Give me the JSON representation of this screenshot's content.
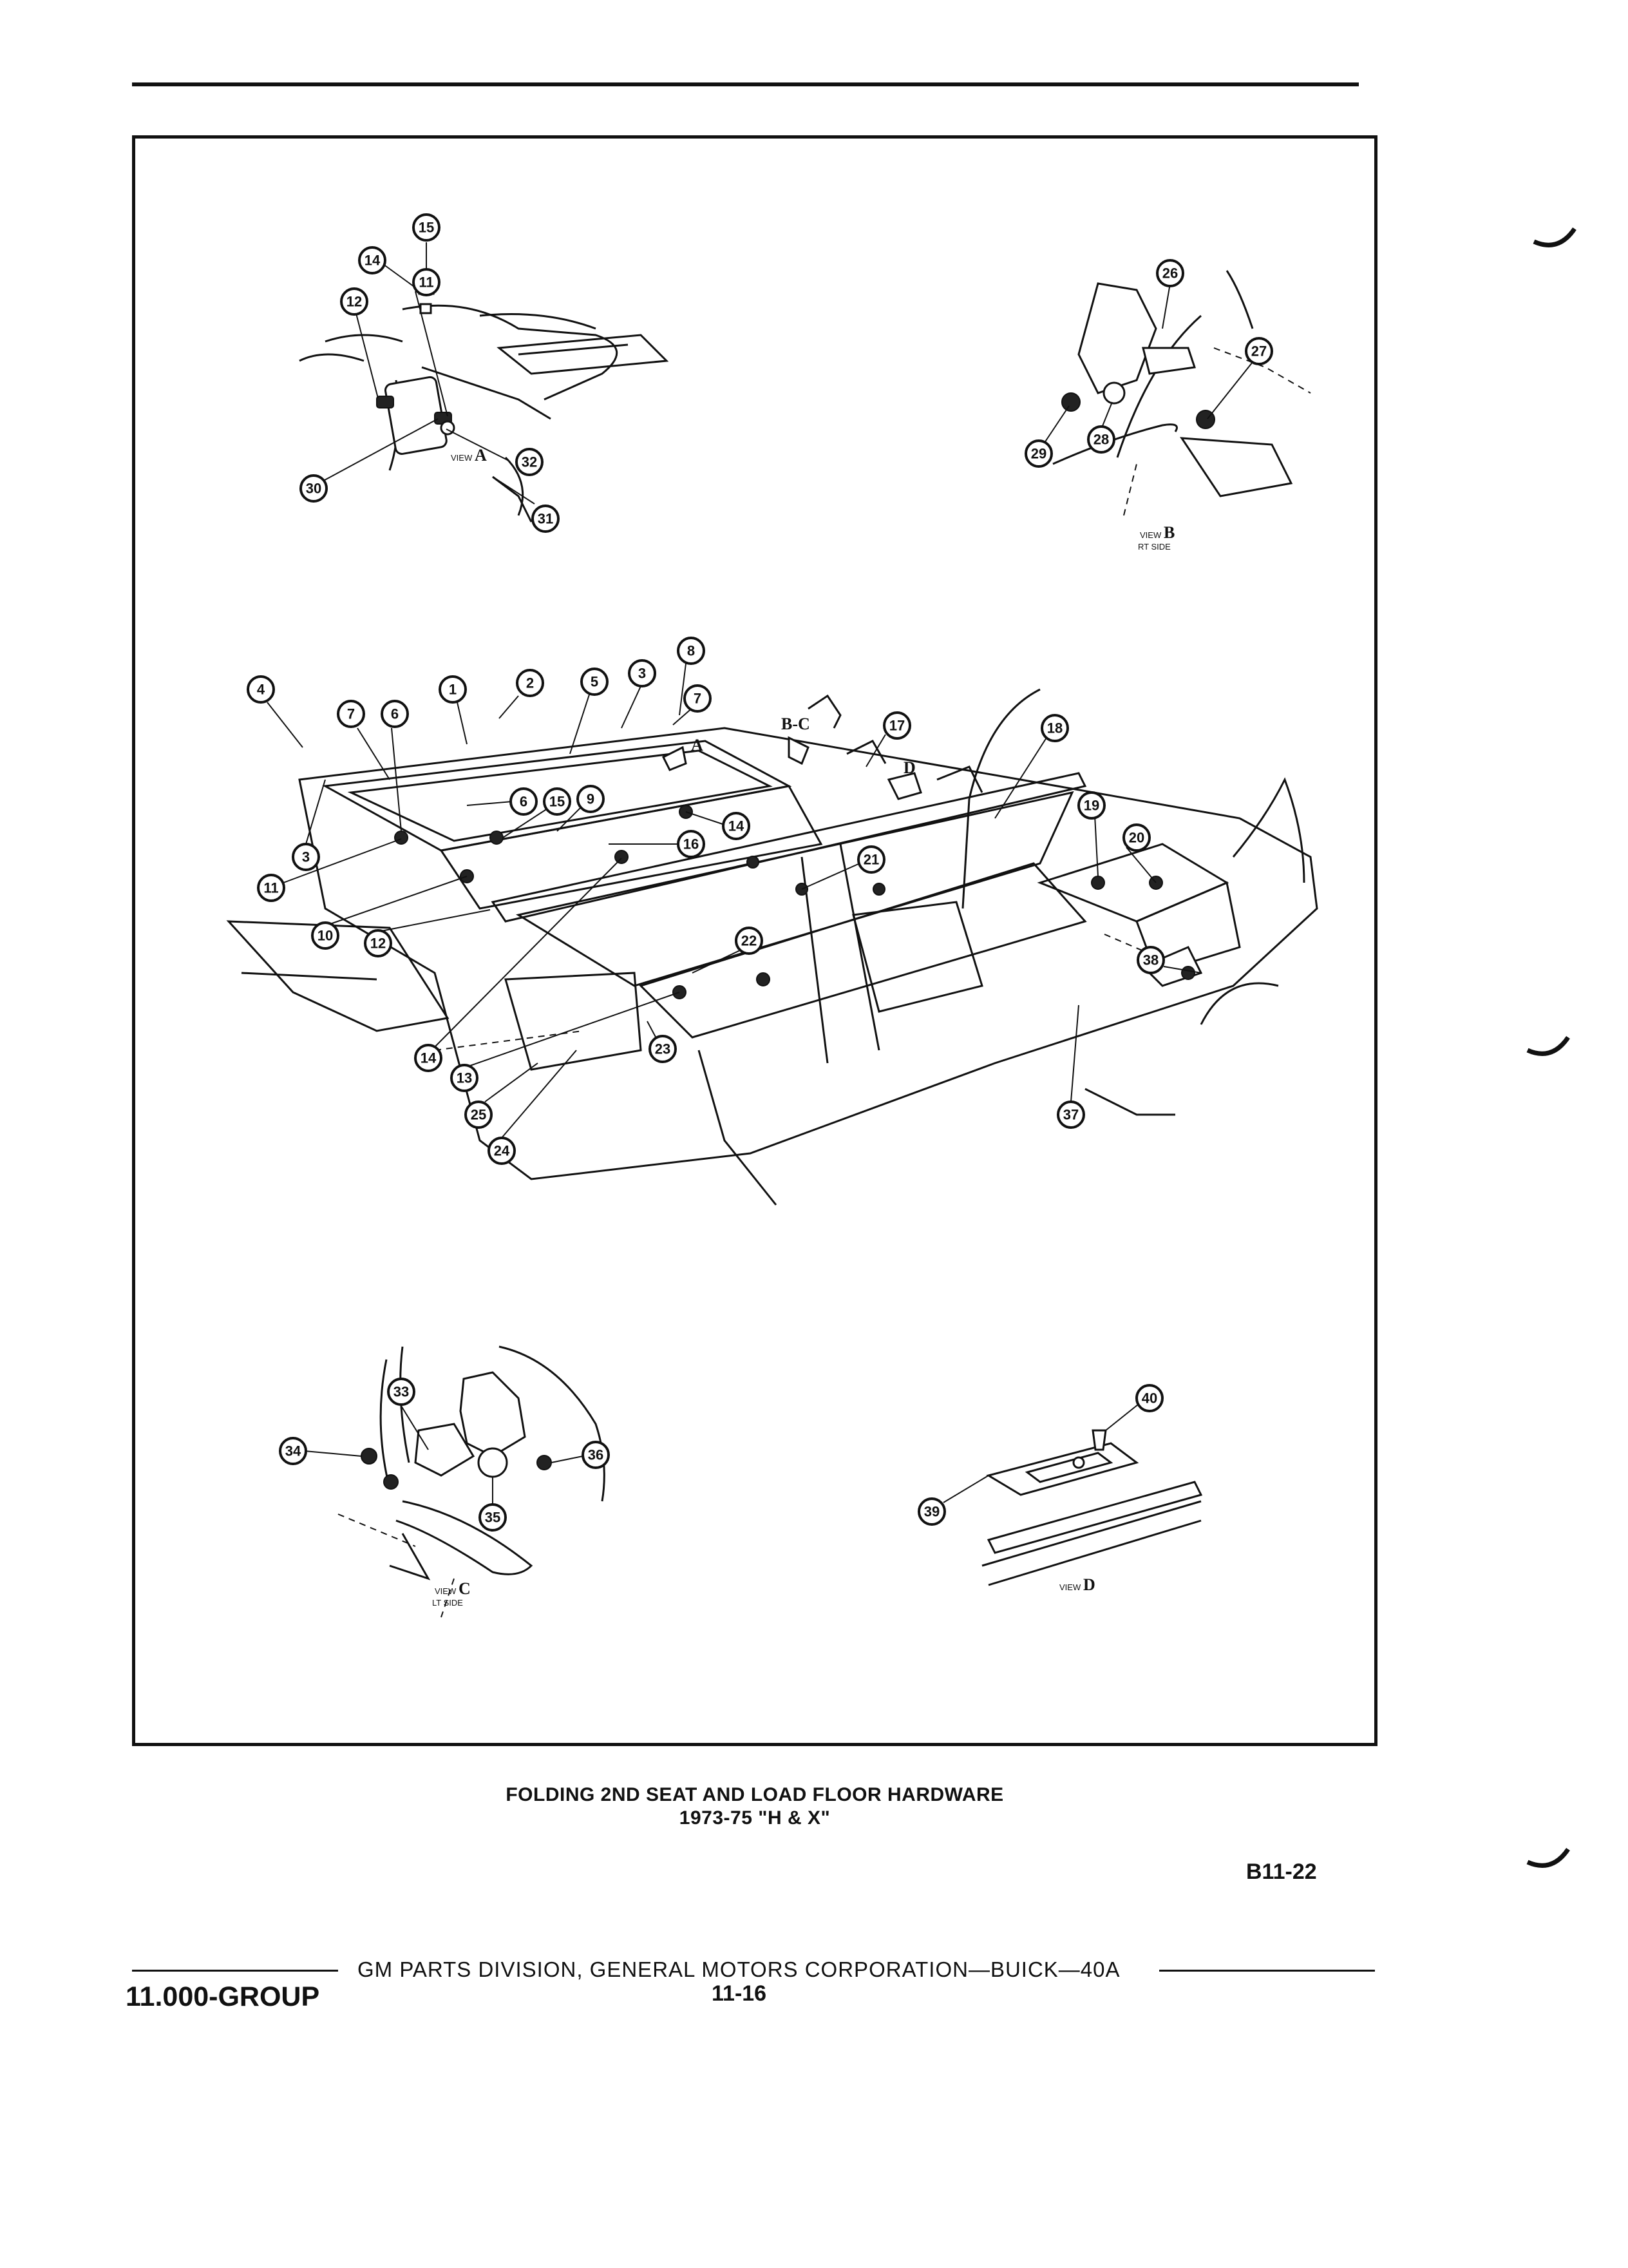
{
  "figure": {
    "title_line1": "FOLDING 2ND SEAT AND LOAD FLOOR HARDWARE",
    "title_line2": "1973-75 \"H & X\"",
    "code": "B11-22"
  },
  "footer": {
    "publisher": "GM PARTS DIVISION, GENERAL MOTORS CORPORATION—BUICK—40A",
    "group": "11.000-GROUP",
    "page": "11-16"
  },
  "views": {
    "a": {
      "prefix": "VIEW",
      "letter": "A"
    },
    "b": {
      "prefix": "VIEW",
      "letter": "B",
      "side": "RT SIDE"
    },
    "c": {
      "prefix": "VIEW",
      "letter": "C",
      "side": "LT SIDE"
    },
    "d": {
      "prefix": "VIEW",
      "letter": "D"
    }
  },
  "main_labels": {
    "bc": "B-C",
    "a": "A",
    "d": "D"
  },
  "callouts": {
    "view_a": [
      "15",
      "14",
      "12",
      "11",
      "30",
      "32",
      "31"
    ],
    "view_b": [
      "26",
      "27",
      "29",
      "28"
    ],
    "main": [
      "4",
      "7",
      "6",
      "1",
      "2",
      "5",
      "3",
      "8",
      "7",
      "3",
      "6",
      "15",
      "9",
      "16",
      "14",
      "17",
      "18",
      "19",
      "20",
      "21",
      "11",
      "10",
      "12",
      "14",
      "13",
      "22",
      "23",
      "25",
      "24",
      "38",
      "37"
    ],
    "view_c": [
      "33",
      "34",
      "36",
      "35"
    ],
    "view_d": [
      "40",
      "39"
    ]
  }
}
